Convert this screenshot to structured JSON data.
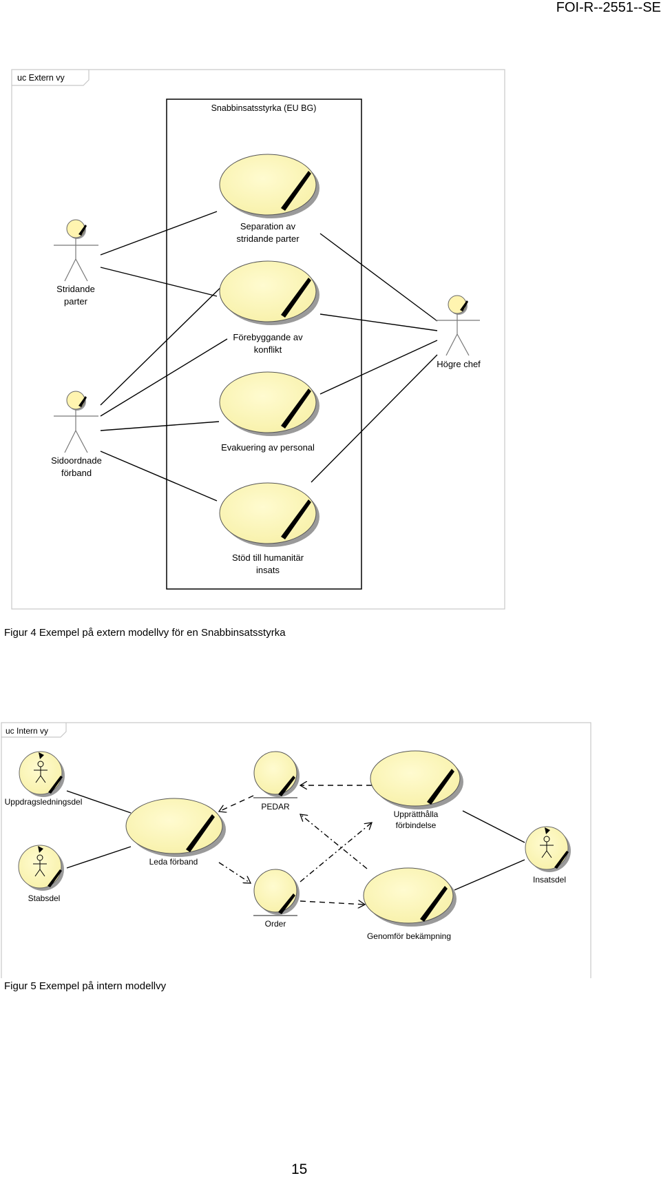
{
  "header": {
    "doc_id": "FOI-R--2551--SE"
  },
  "figure4": {
    "frame_label": "uc Extern vy",
    "system_label": "Snabbinsatsstyrka (EU BG)",
    "use_cases": [
      {
        "line1": "Separation av",
        "line2": "stridande parter"
      },
      {
        "line1": "Förebyggande av",
        "line2": "konflikt"
      },
      {
        "line1": "Evakuering av personal",
        "line2": ""
      },
      {
        "line1": "Stöd till humanitär",
        "line2": "insats"
      }
    ],
    "actors": [
      {
        "line1": "Stridande",
        "line2": "parter"
      },
      {
        "line1": "Sidoordnade",
        "line2": "förband"
      },
      {
        "line1": "Högre chef",
        "line2": ""
      }
    ],
    "caption": "Figur 4 Exempel på extern modellvy för en Snabbinsatsstyrka"
  },
  "figure5": {
    "frame_label": "uc Intern vy",
    "actors": {
      "uppdrag": "Uppdragsledningsdel",
      "stabs": "Stabsdel",
      "insats": "Insatsdel"
    },
    "use_cases": {
      "leda": "Leda förband",
      "uppratt_l1": "Upprätthålla",
      "uppratt_l2": "förbindelse",
      "genomfor": "Genomför bekämpning"
    },
    "objects": {
      "pedar": "PEDAR",
      "order": "Order"
    },
    "caption": "Figur 5 Exempel på intern modellvy"
  },
  "footer": {
    "page_number": "15"
  }
}
